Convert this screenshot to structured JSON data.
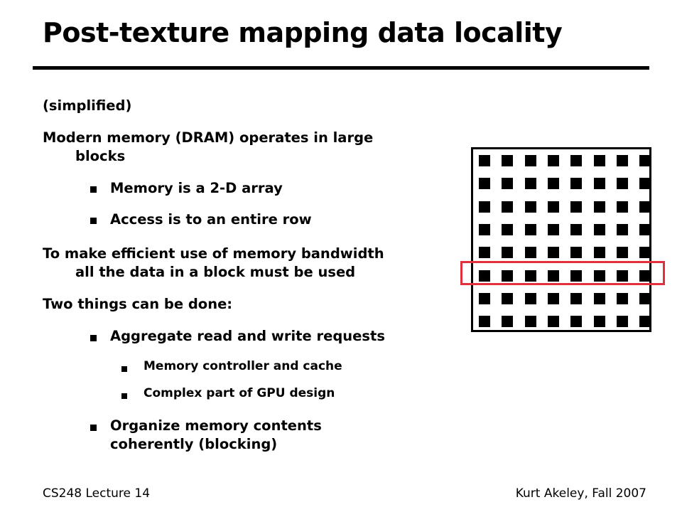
{
  "slide": {
    "title": "Post-texture mapping data locality",
    "subtitle": "(simplified)",
    "point1_line1": "Modern memory (DRAM) operates in large",
    "point1_line2": "blocks",
    "sub1": "Memory is a 2-D array",
    "sub2": "Access is to an entire row",
    "point2_line1": "To make efficient use of memory bandwidth",
    "point2_line2": "all the data in a block must be used",
    "point3": "Two things can be done:",
    "sub3": "Aggregate read and write requests",
    "subsub1": "Memory controller and cache",
    "subsub2": "Complex part of GPU design",
    "sub4_line1": "Organize memory contents",
    "sub4_line2": "coherently (blocking)"
  },
  "memory_grid": {
    "rows": 8,
    "cols": 8,
    "highlighted_row": 6,
    "highlight_color": "#e3303f"
  },
  "footer": {
    "left": "CS248 Lecture 14",
    "right": "Kurt Akeley, Fall 2007"
  }
}
